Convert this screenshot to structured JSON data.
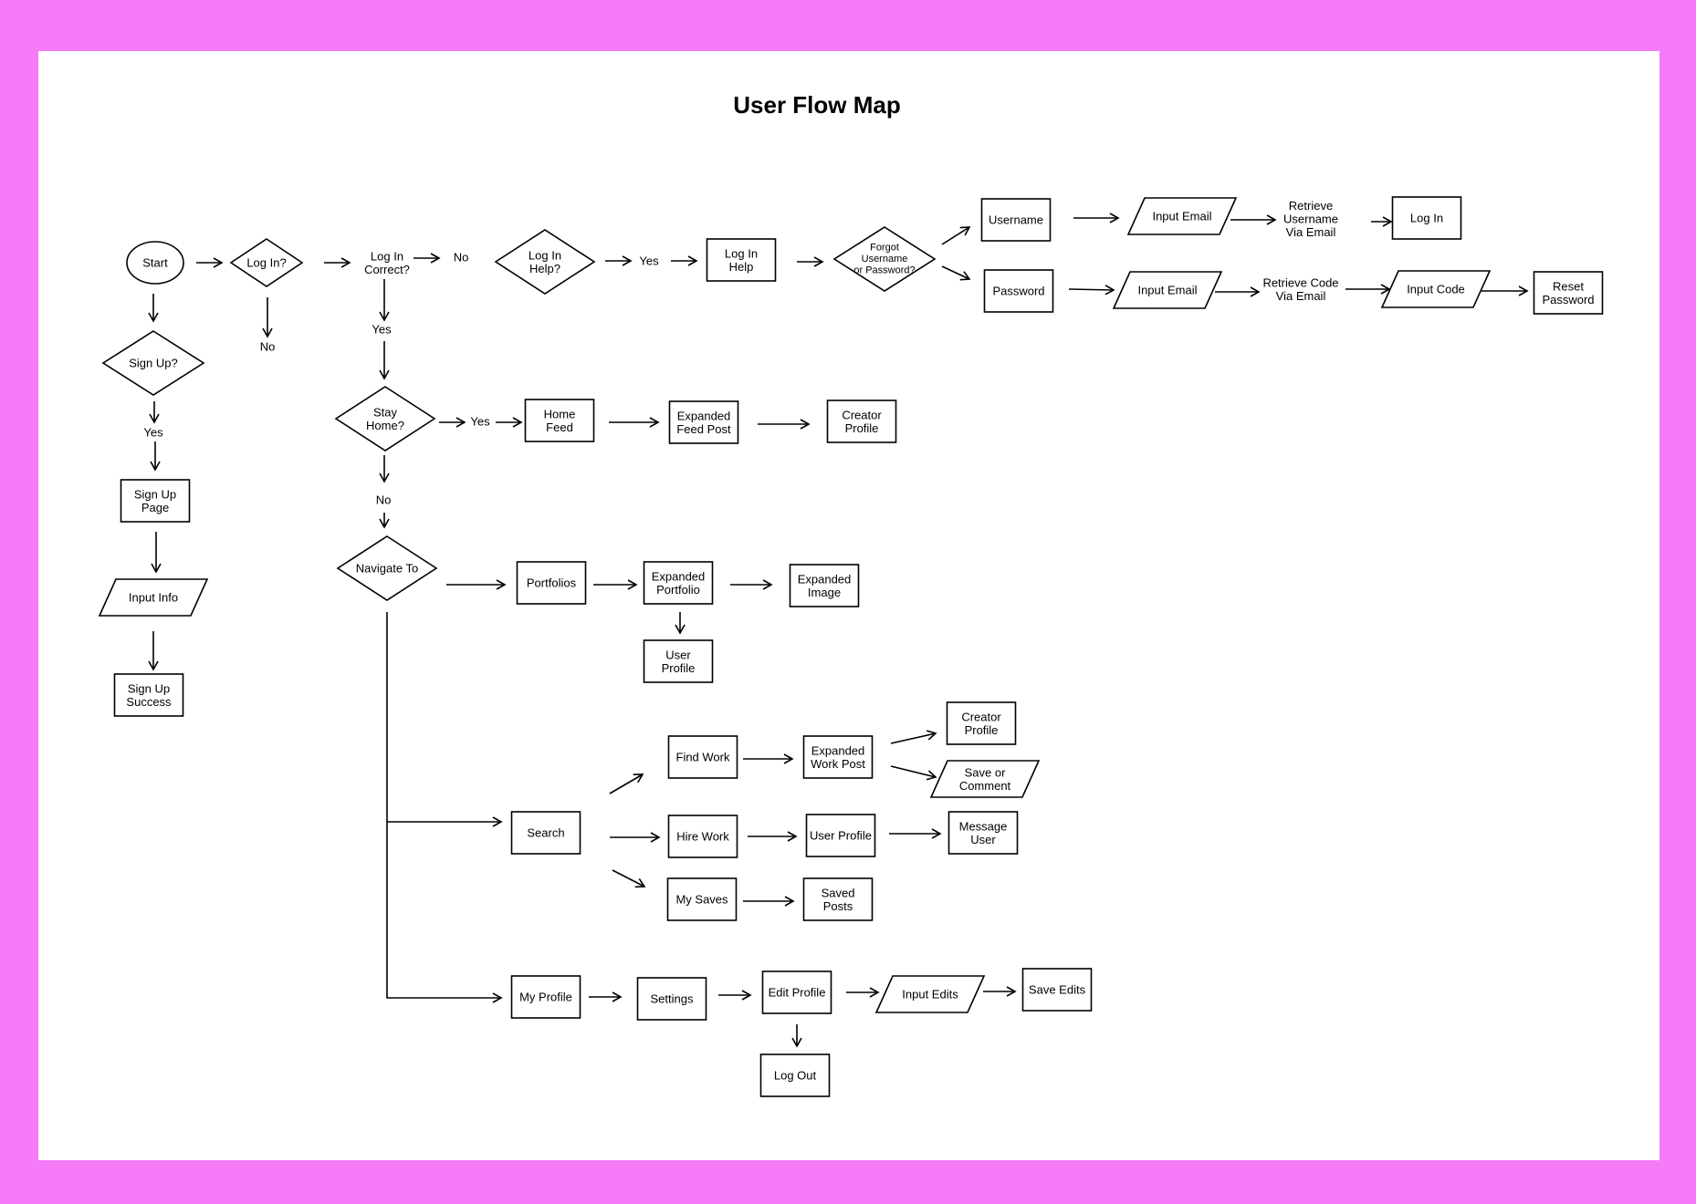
{
  "title": "User Flow Map",
  "colors": {
    "frame": "#f57bf9",
    "canvas": "#ffffff",
    "ink": "#000000"
  },
  "nodes": {
    "start": [
      "Start"
    ],
    "login_q": [
      "Log In?"
    ],
    "login_no": [
      "No"
    ],
    "signup_q": [
      "Sign Up?"
    ],
    "signup_yes": [
      "Yes"
    ],
    "signup_page": [
      "Sign Up",
      "Page"
    ],
    "input_info": [
      "Input Info"
    ],
    "signup_success": [
      "Sign Up",
      "Success"
    ],
    "login_correct": [
      "Log In",
      "Correct?"
    ],
    "correct_no": [
      "No"
    ],
    "correct_yes": [
      "Yes"
    ],
    "login_help_q": [
      "Log In",
      "Help?"
    ],
    "help_yes": [
      "Yes"
    ],
    "login_help": [
      "Log In",
      "Help"
    ],
    "forgot_q": [
      "Forgot",
      "Username",
      "or Password?"
    ],
    "username": [
      "Username"
    ],
    "input_email_1": [
      "Input Email"
    ],
    "retrieve_username": [
      "Retrieve",
      "Username",
      "Via Email"
    ],
    "login_final": [
      "Log In"
    ],
    "password": [
      "Password"
    ],
    "input_email_2": [
      "Input Email"
    ],
    "retrieve_code": [
      "Retrieve Code",
      "Via Email"
    ],
    "input_code": [
      "Input Code"
    ],
    "reset_password": [
      "Reset",
      "Password"
    ],
    "stay_home_q": [
      "Stay",
      "Home?"
    ],
    "home_yes": [
      "Yes"
    ],
    "home_feed": [
      "Home",
      "Feed"
    ],
    "expanded_feed_post": [
      "Expanded",
      "Feed Post"
    ],
    "creator_profile_1": [
      "Creator",
      "Profile"
    ],
    "home_no": [
      "No"
    ],
    "navigate_to": [
      "Navigate To"
    ],
    "portfolios": [
      "Portfolios"
    ],
    "expanded_portfolio": [
      "Expanded",
      "Portfolio"
    ],
    "expanded_image": [
      "Expanded",
      "Image"
    ],
    "user_profile_1": [
      "User",
      "Profile"
    ],
    "search": [
      "Search"
    ],
    "find_work": [
      "Find Work"
    ],
    "expanded_work_post": [
      "Expanded",
      "Work Post"
    ],
    "creator_profile_2": [
      "Creator",
      "Profile"
    ],
    "save_comment": [
      "Save or",
      "Comment"
    ],
    "hire_work": [
      "Hire Work"
    ],
    "user_profile_2": [
      "User Profile"
    ],
    "message_user": [
      "Message",
      "User"
    ],
    "my_saves": [
      "My Saves"
    ],
    "saved_posts": [
      "Saved",
      "Posts"
    ],
    "my_profile": [
      "My Profile"
    ],
    "settings": [
      "Settings"
    ],
    "edit_profile": [
      "Edit Profile"
    ],
    "input_edits": [
      "Input Edits"
    ],
    "save_edits": [
      "Save Edits"
    ],
    "log_out": [
      "Log Out"
    ]
  }
}
